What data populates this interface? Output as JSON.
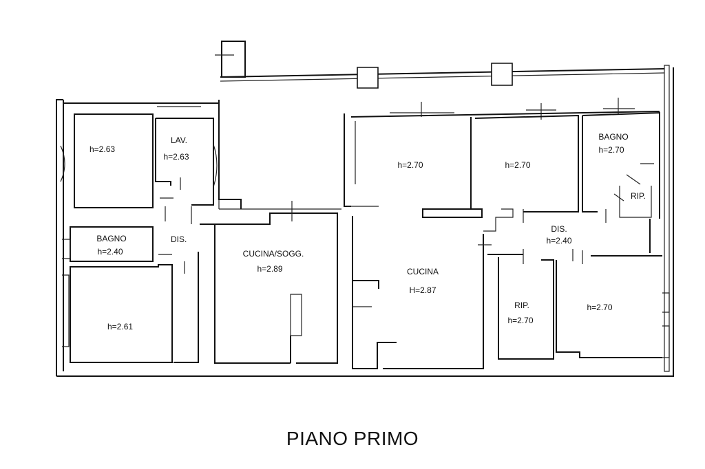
{
  "title": "PIANO PRIMO",
  "rooms": {
    "room_nw": {
      "name": "",
      "height": "h=2.63"
    },
    "lavanderia": {
      "name": "LAV.",
      "height": "h=2.63"
    },
    "bagno_w": {
      "name": "BAGNO",
      "height": "h=2.40"
    },
    "dis_w": {
      "name": "DIS.",
      "height": ""
    },
    "room_sw": {
      "name": "",
      "height": "h=2.61"
    },
    "cucina_sogg": {
      "name": "CUCINA/SOGG.",
      "height": "h=2.89"
    },
    "room_c1": {
      "name": "",
      "height": "h=2.70"
    },
    "cucina": {
      "name": "CUCINA",
      "height": "H=2.87"
    },
    "room_c2": {
      "name": "",
      "height": "h=2.70"
    },
    "bagno_e": {
      "name": "BAGNO",
      "height": "h=2.70"
    },
    "rip_ne": {
      "name": "RIP.",
      "height": ""
    },
    "dis_e": {
      "name": "DIS.",
      "height": "h=2.40"
    },
    "rip_s": {
      "name": "RIP.",
      "height": "h=2.70"
    },
    "room_se": {
      "name": "",
      "height": "h=2.70"
    }
  }
}
